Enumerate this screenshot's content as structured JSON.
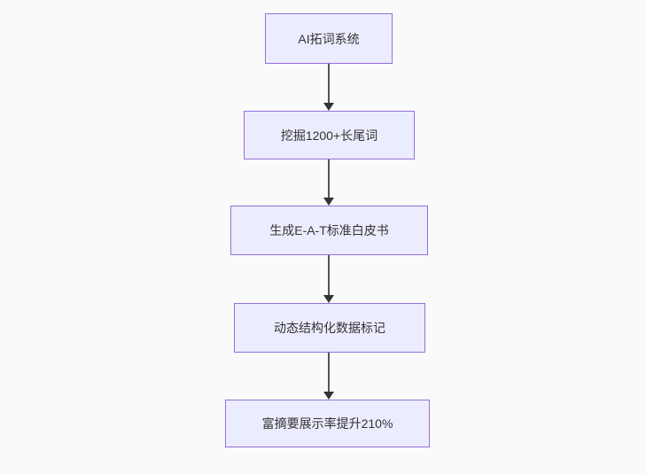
{
  "diagram": {
    "type": "flowchart",
    "direction": "top-down",
    "colors": {
      "background": "#fafafa",
      "node_fill": "#ececff",
      "node_border": "#9370db",
      "node_text": "#333333",
      "arrow_line": "#565656",
      "arrow_head": "#333333"
    },
    "nodes": [
      {
        "id": "A",
        "label": "AI拓词系统"
      },
      {
        "id": "B",
        "label": "挖掘1200+长尾词"
      },
      {
        "id": "C",
        "label": "生成E-A-T标准白皮书"
      },
      {
        "id": "D",
        "label": "动态结构化数据标记"
      },
      {
        "id": "E",
        "label": "富摘要展示率提升210%"
      }
    ],
    "edges": [
      {
        "from": "A",
        "to": "B"
      },
      {
        "from": "B",
        "to": "C"
      },
      {
        "from": "C",
        "to": "D"
      },
      {
        "from": "D",
        "to": "E"
      }
    ]
  }
}
